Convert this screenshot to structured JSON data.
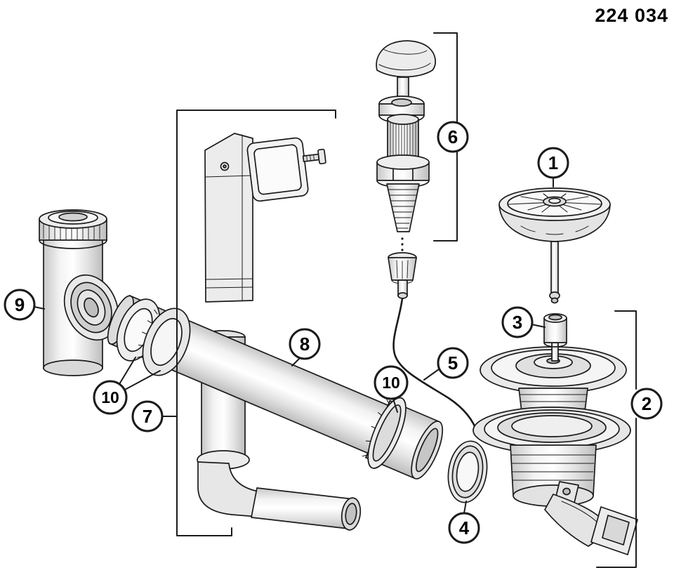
{
  "document": {
    "part_number": "224 034"
  },
  "diagram": {
    "type": "exploded-parts-diagram",
    "background_color": "#ffffff",
    "line_color": "#1b1b1b",
    "callout_fill": "#ffffff",
    "callouts": [
      {
        "label": "1"
      },
      {
        "label": "2"
      },
      {
        "label": "3"
      },
      {
        "label": "4"
      },
      {
        "label": "5"
      },
      {
        "label": "6"
      },
      {
        "label": "7"
      },
      {
        "label": "8"
      },
      {
        "label": "9"
      },
      {
        "label": "10"
      },
      {
        "label": "10"
      }
    ]
  }
}
